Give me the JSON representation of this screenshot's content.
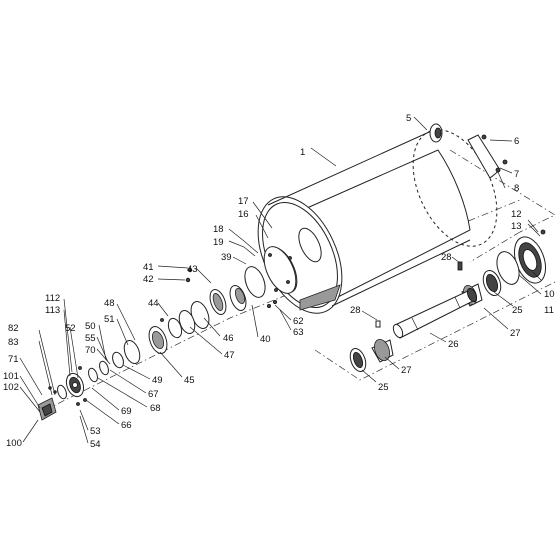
{
  "callouts": {
    "c1": "1",
    "c5": "5",
    "c6": "6",
    "c7": "7",
    "c8": "8",
    "c10": "10",
    "c11": "11",
    "c12": "12",
    "c13": "13",
    "c16": "16",
    "c17": "17",
    "c18": "18",
    "c19": "19",
    "c25a": "25",
    "c25b": "25",
    "c26": "26",
    "c27a": "27",
    "c27b": "27",
    "c28a": "28",
    "c28b": "28",
    "c39": "39",
    "c40": "40",
    "c41": "41",
    "c42": "42",
    "c43": "43",
    "c44": "44",
    "c45": "45",
    "c46": "46",
    "c47": "47",
    "c48": "48",
    "c49": "49",
    "c50": "50",
    "c51": "51",
    "c52": "52",
    "c53": "53",
    "c54": "54",
    "c55": "55",
    "c62": "62",
    "c63": "63",
    "c66": "66",
    "c67": "67",
    "c68": "68",
    "c69": "69",
    "c70": "70",
    "c71": "71",
    "c82": "82",
    "c83": "83",
    "c100": "100",
    "c101": "101",
    "c102": "102",
    "c112": "112",
    "c113": "113"
  }
}
